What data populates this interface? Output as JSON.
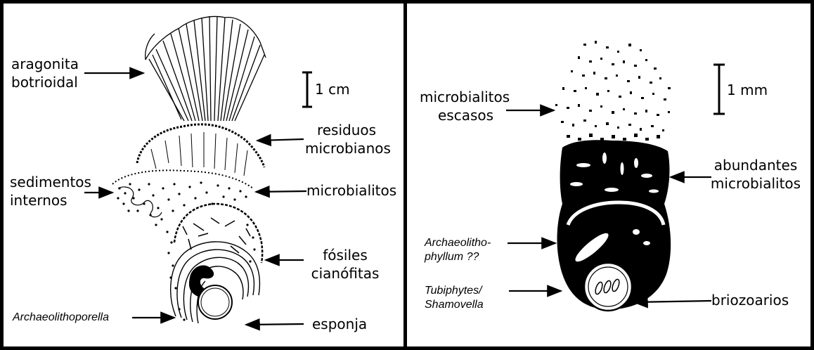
{
  "left_panel": {
    "scale": "1 cm",
    "labels": {
      "aragonita": [
        "aragonita",
        "botrioidal"
      ],
      "residuos": [
        "residuos",
        "microbianos"
      ],
      "sedimentos": [
        "sedimentos",
        "internos"
      ],
      "microbialitos": "microbialitos",
      "fosiles": [
        "fósiles",
        "cianófitas"
      ],
      "archaeolithoporella": "Archaeolithoporella",
      "esponja": "esponja"
    }
  },
  "right_panel": {
    "scale": "1 mm",
    "labels": {
      "microbialitos_escasos": [
        "microbialitos",
        "escasos"
      ],
      "abundantes": [
        "abundantes",
        "microbialitos"
      ],
      "archaeolithophyllum": [
        "Archaeolitho-",
        "phyllum ??"
      ],
      "tubiphytes": [
        "Tubiphytes/",
        "Shamovella"
      ],
      "briozoarios": "briozoarios"
    }
  },
  "colors": {
    "ink": "#000000",
    "background": "#ffffff"
  }
}
